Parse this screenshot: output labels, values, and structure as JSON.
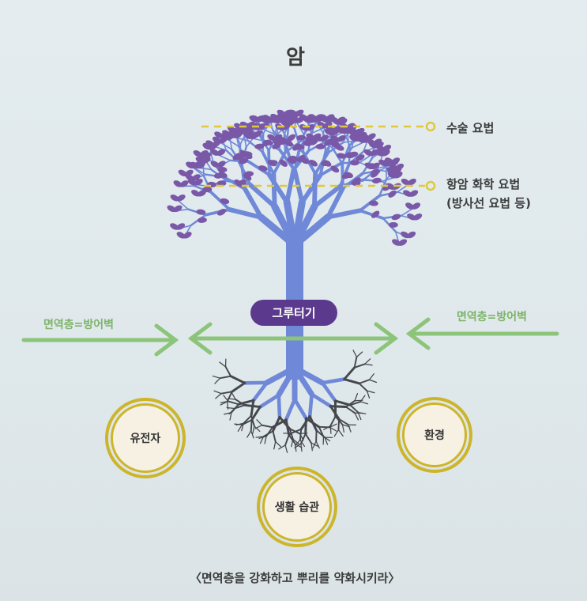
{
  "title": "암",
  "treatments": {
    "surgery": "수술 요법",
    "chemo": "항암 화학 요법",
    "radiation": "(방사선 요법 등)"
  },
  "stump_label": "그루터기",
  "immune_layer_left": "면역층=방어벽",
  "immune_layer_right": "면역층=방어벽",
  "root_causes": [
    "유전자",
    "환경",
    "생활 습관"
  ],
  "caption": "〈면역층을 강화하고 뿌리를 약화시키라〉",
  "colors": {
    "trunk": "#6f88d8",
    "leaf": "#7a58a8",
    "root": "#45474d",
    "arrow": "#8cc47a",
    "dash": "#e0c83a",
    "ring": "#cdb52a",
    "pill": "#5b3a8e"
  }
}
